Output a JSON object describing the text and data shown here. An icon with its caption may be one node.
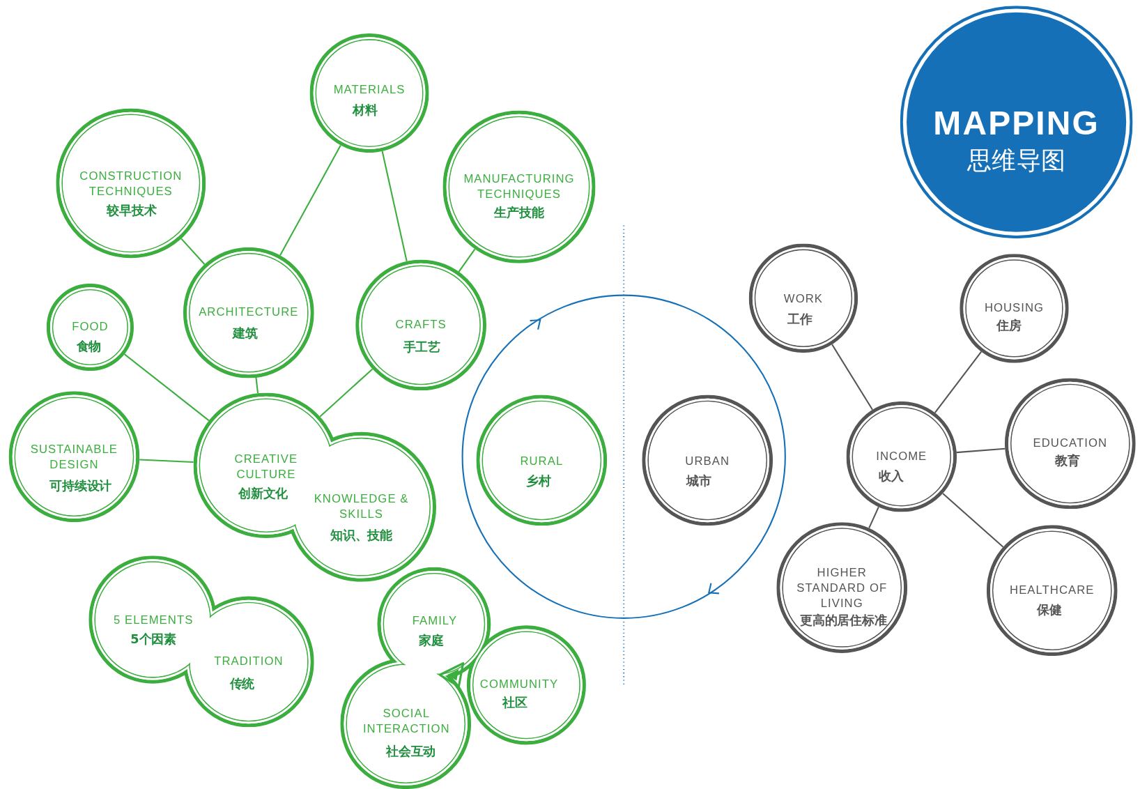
{
  "diagram": {
    "nodes": [
      {
        "text": [
          "MAPPING",
          "思维导图"
        ]
      },
      {
        "text": [
          "MATERIALS",
          "材料"
        ]
      },
      {
        "text": [
          "CONSTRUCTION TECHNIQUES",
          "较早技术"
        ]
      },
      {
        "text": [
          "MANUFACTURING TECHNIQUES",
          "生产技能"
        ]
      },
      {
        "text": [
          "ARCHITECTURE",
          "建筑"
        ]
      },
      {
        "text": [
          "CRAFTS",
          "手工艺"
        ]
      },
      {
        "text": [
          "FOOD",
          "食物"
        ]
      },
      {
        "text": [
          "SUSTAINABLE DESIGN",
          "可持续设计"
        ]
      },
      {
        "text": [
          "CREATIVE CULTURE",
          "创新文化",
          "KNOWLEDGE & SKILLS",
          "知识、技能"
        ]
      },
      {
        "text": [
          "5 ELEMENTS",
          "5个因素",
          "TRADITION",
          "传统"
        ]
      },
      {
        "text": [
          "FAMILY",
          "家庭",
          "COMMUNITY",
          "社区",
          "SOCIAL INTERACTION",
          "社会互动"
        ]
      },
      {
        "text": [
          "RURAL",
          "乡村"
        ]
      },
      {
        "text": [
          "URBAN",
          "城市"
        ]
      },
      {
        "text": [
          "WORK",
          "工作"
        ]
      },
      {
        "text": [
          "HOUSING",
          "住房"
        ]
      },
      {
        "text": [
          "INCOME",
          "收入"
        ]
      },
      {
        "text": [
          "EDUCATION",
          "教育"
        ]
      },
      {
        "text": [
          "HIGHER STANDARD OF LIVING",
          "更高的居住标准"
        ]
      },
      {
        "text": [
          "HEALTHCARE",
          "保健"
        ]
      }
    ],
    "edges": [
      {
        "from": 2,
        "to": 4,
        "arrow": "none"
      },
      {
        "from": 1,
        "to": 4,
        "arrow": "none"
      },
      {
        "from": 1,
        "to": 5,
        "arrow": "none"
      },
      {
        "from": 3,
        "to": 5,
        "arrow": "none"
      },
      {
        "from": 4,
        "to": 8,
        "arrow": "none"
      },
      {
        "from": 5,
        "to": 8,
        "arrow": "none"
      },
      {
        "from": 6,
        "to": 8,
        "arrow": "none"
      },
      {
        "from": 7,
        "to": 8,
        "arrow": "none"
      },
      {
        "from": 13,
        "to": 15,
        "arrow": "none",
        "color": "#555555"
      },
      {
        "from": 14,
        "to": 15,
        "arrow": "none",
        "color": "#555555"
      },
      {
        "from": 15,
        "to": 16,
        "arrow": "none",
        "color": "#555555"
      },
      {
        "from": 15,
        "to": 17,
        "arrow": "none",
        "color": "#555555"
      },
      {
        "from": 15,
        "to": 18,
        "arrow": "none",
        "color": "#555555"
      }
    ]
  }
}
